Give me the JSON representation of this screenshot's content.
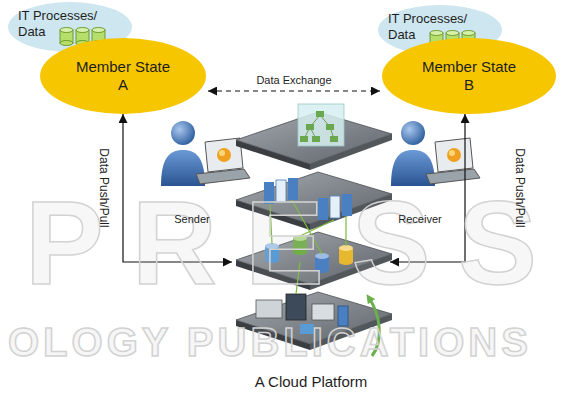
{
  "diagram": {
    "nodes": [
      {
        "text": [
          "IT Processes/ Data"
        ]
      },
      {
        "text": [
          "Member State A"
        ]
      },
      {
        "text": [
          "IT Processes/ Data"
        ]
      },
      {
        "text": [
          "Member State B"
        ]
      },
      {
        "text": [
          "A Cloud Platform"
        ]
      }
    ],
    "edges": [
      {
        "from": 1,
        "to": 3,
        "arrow": "both",
        "label": "Data Exchange"
      },
      {
        "from": 4,
        "to": 1,
        "arrow": "both",
        "label": "Data Push/Pull"
      },
      {
        "from": 4,
        "to": 3,
        "arrow": "both",
        "label": "Data Push/Pull"
      }
    ],
    "labels": [
      "Sender",
      "Receiver",
      "PRESS",
      "OLOGY PUBLICATIONS"
    ]
  }
}
